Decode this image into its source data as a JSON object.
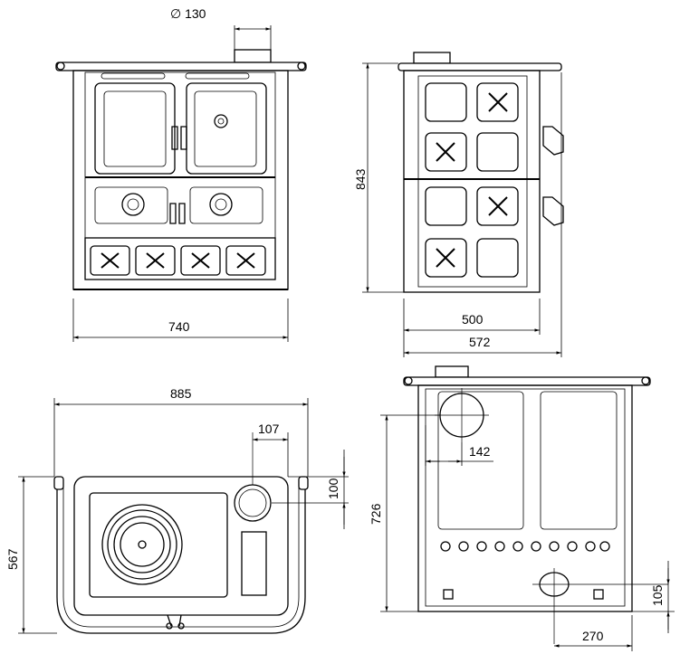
{
  "dimensions": {
    "flue_diameter": "∅  130",
    "front_width": "740",
    "side_height": "843",
    "side_depth_inner": "500",
    "side_depth_total": "572",
    "top_width": "885",
    "top_offset": "107",
    "top_flue_y": "100",
    "top_depth": "567",
    "rear_flue_x": "142",
    "rear_height": "726",
    "rear_inlet_y": "105",
    "rear_inlet_x": "270"
  }
}
